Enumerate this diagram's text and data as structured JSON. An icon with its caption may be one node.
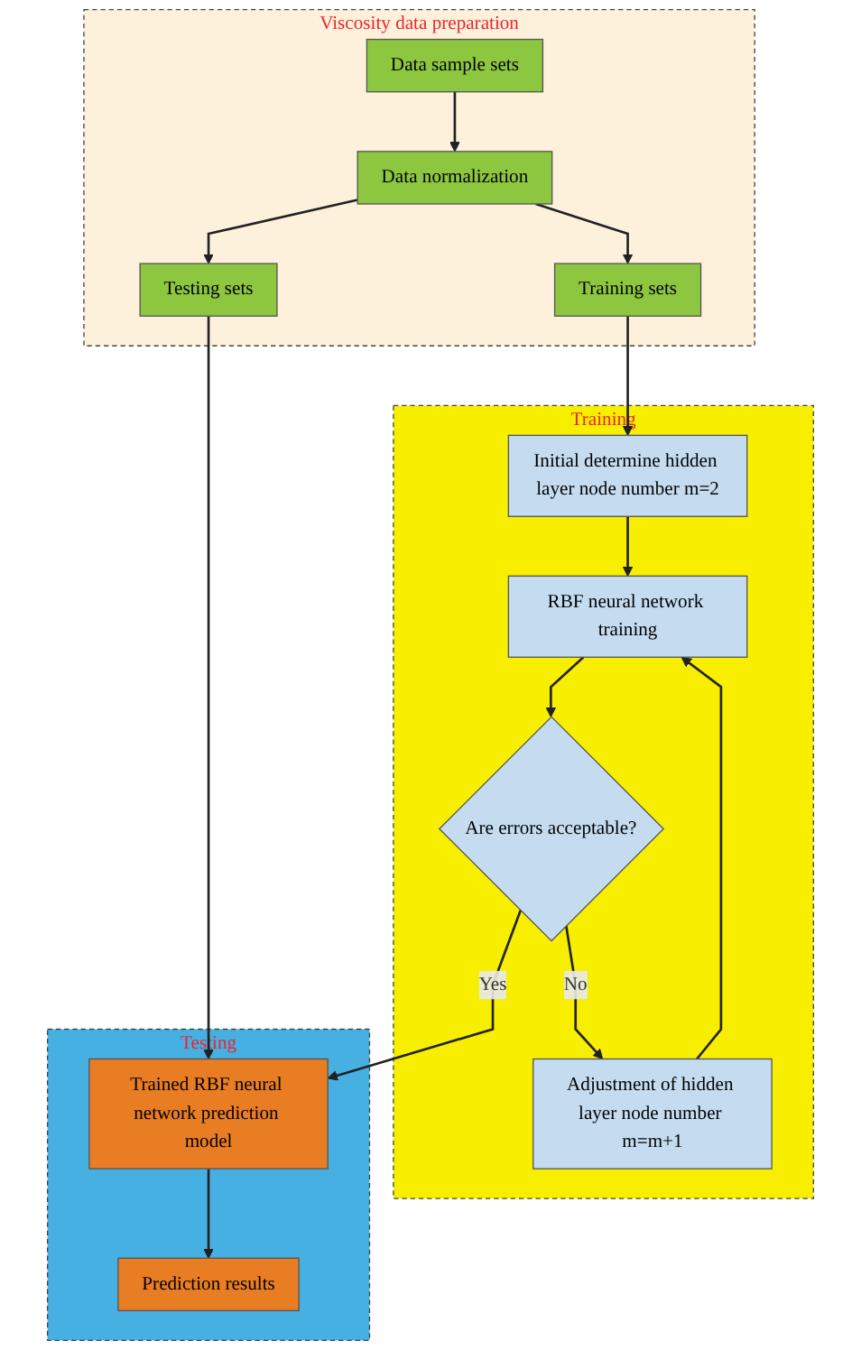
{
  "diagram": {
    "nodes": [
      {
        "text": [
          "Viscosity data preparation"
        ]
      },
      {
        "text": [
          "Data sample sets"
        ],
        "in": 0
      },
      {
        "text": [
          "Data normalization"
        ],
        "in": 0
      },
      {
        "text": [
          "Training sets"
        ],
        "in": 0
      },
      {
        "text": [
          "Testing sets"
        ],
        "in": 0
      },
      {
        "text": [
          "Training"
        ]
      },
      {
        "text": [
          "Initial determine hidden layer node number m=2"
        ],
        "in": 5
      },
      {
        "text": [
          "RBF neural network training"
        ],
        "in": 5
      },
      {
        "text": [
          "Are errors acceptable?"
        ],
        "in": 5
      },
      {
        "text": [
          "Adjustment of hidden layer node number m=m+1"
        ],
        "in": 5
      },
      {
        "text": [
          "Testing"
        ]
      },
      {
        "text": [
          "Trained RBF neural network prediction model"
        ],
        "in": 10
      },
      {
        "text": [
          "Prediction results"
        ],
        "in": 10
      }
    ],
    "edges": [
      {
        "from": 1,
        "to": 2,
        "arrow": "to"
      },
      {
        "from": 2,
        "to": 3,
        "arrow": "to"
      },
      {
        "from": 2,
        "to": 4,
        "arrow": "to"
      },
      {
        "from": 3,
        "to": 6,
        "arrow": "to"
      },
      {
        "from": 4,
        "to": 11,
        "arrow": "to"
      },
      {
        "from": 6,
        "to": 7,
        "arrow": "to"
      },
      {
        "from": 7,
        "to": 8,
        "arrow": "to"
      },
      {
        "from": 8,
        "to": 11,
        "arrow": "to",
        "label": "Yes"
      },
      {
        "from": 8,
        "to": 9,
        "arrow": "to",
        "label": "No"
      },
      {
        "from": 9,
        "to": 7,
        "arrow": "to"
      },
      {
        "from": 11,
        "to": 12,
        "arrow": "to"
      }
    ]
  }
}
